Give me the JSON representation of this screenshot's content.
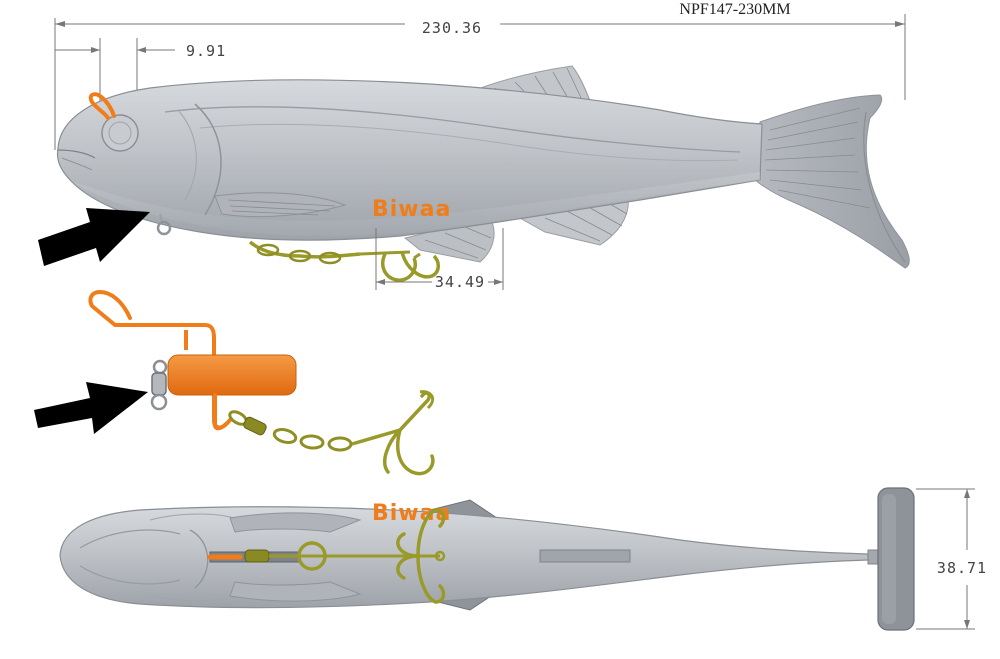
{
  "drawing": {
    "model_code": "NPF147-230MM",
    "brand_logo": "Biwaa",
    "dimensions": {
      "overall_length": "230.36",
      "eye_offset": "9.91",
      "hook_spacing": "34.49",
      "tail_height": "38.71"
    },
    "views": [
      "side-view",
      "rig-detail",
      "bottom-view"
    ],
    "annotations": [
      "front-tie-arrow",
      "swivel-arrow"
    ]
  },
  "colors": {
    "body": "#b9bdc3",
    "body_dark": "#8e939a",
    "rig_orange": "#f07d1a",
    "hook_olive": "#9a9a2a",
    "arrow": "#000000"
  },
  "icons": [
    "treble-hook-icon",
    "swivel-icon",
    "weight-icon",
    "line-tie-icon",
    "arrow-icon"
  ]
}
